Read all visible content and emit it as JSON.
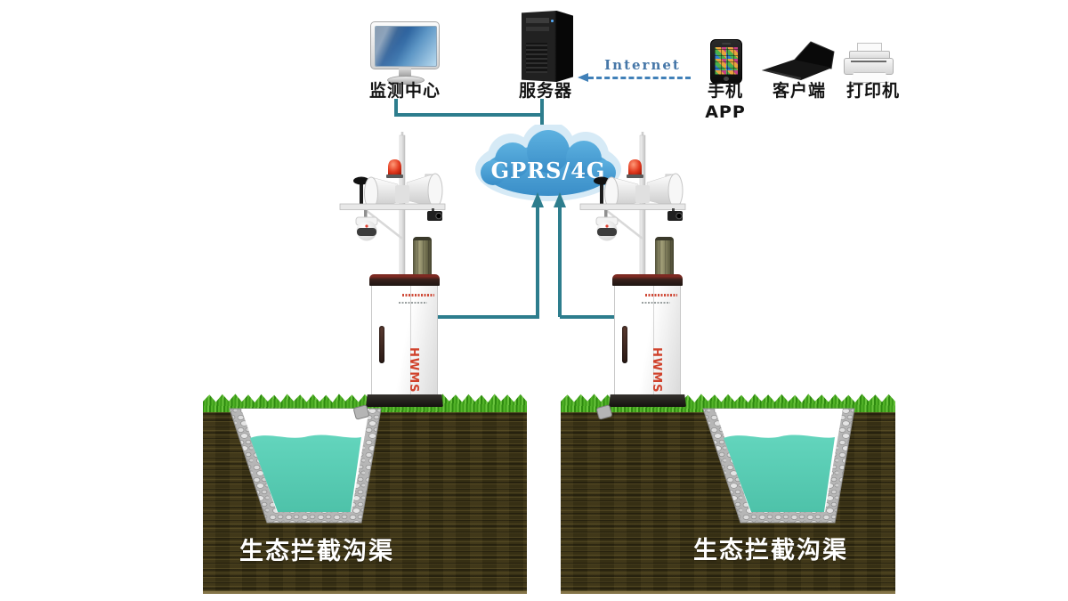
{
  "header": {
    "devices": [
      {
        "name": "monitor",
        "label": "监测中心"
      },
      {
        "name": "server",
        "label": "服务器"
      },
      {
        "name": "phone",
        "label": "手机APP"
      },
      {
        "name": "laptop",
        "label": "客户端"
      },
      {
        "name": "printer",
        "label": "打印机"
      }
    ],
    "internet_label": "Internet"
  },
  "network": {
    "cloud_label": "GPRS/4G"
  },
  "stations": [
    {
      "brand": "HWMS",
      "ditch_label": "生态拦截沟渠"
    },
    {
      "brand": "HWMS",
      "ditch_label": "生态拦截沟渠"
    }
  ],
  "colors": {
    "connector_teal": "#2d7d8d",
    "cloud_blue": "#4aa0d6",
    "internet_blue": "#4080b8",
    "water_teal": "#58ccb3",
    "soil_brown": "#3b3316",
    "grass_green": "#4aa81f",
    "brand_red": "#d0422c",
    "beacon_red": "#d9301a"
  }
}
